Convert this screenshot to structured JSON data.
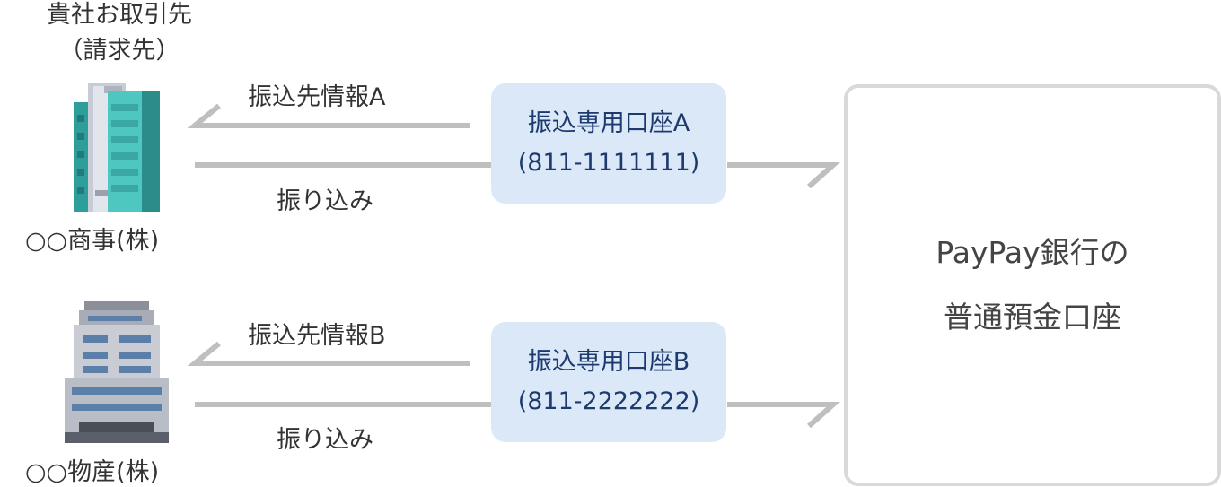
{
  "header": {
    "line1": "貴社お取引先",
    "line2": "（請求先）"
  },
  "companies": [
    {
      "name": "○○商事(株)",
      "info_label": "振込先情報A",
      "transfer_label": "振り込み",
      "account": {
        "title": "振込専用口座A",
        "number": "(811-1111111)"
      }
    },
    {
      "name": "○○物産(株)",
      "info_label": "振込先情報B",
      "transfer_label": "振り込み",
      "account": {
        "title": "振込専用口座B",
        "number": "(811-2222222)"
      }
    }
  ],
  "bank": {
    "line1": "PayPay銀行の",
    "line2": "普通預金口座"
  },
  "colors": {
    "arrow": "#bfbfbf",
    "account_bg": "#dbe8f8",
    "account_text": "#1d3a6e",
    "bank_border": "#d9d9d9"
  },
  "icons": [
    "office-tower-icon",
    "office-building-icon"
  ]
}
